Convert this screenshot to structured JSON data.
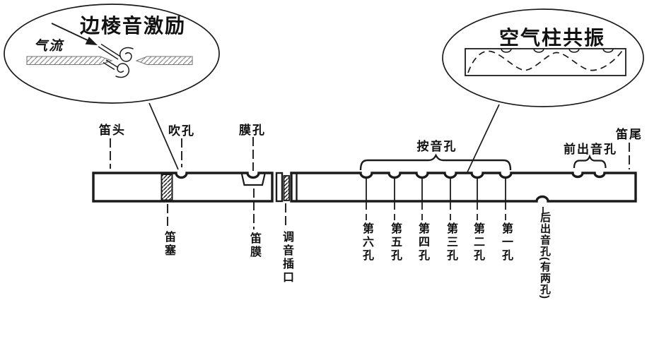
{
  "colors": {
    "ink": "#1b1b1b",
    "hatch_light": "#8a8a8a",
    "background": "#ffffff"
  },
  "edge_tone_callout": {
    "title": "边棱音激励",
    "airflow_label": "气流"
  },
  "resonance_callout": {
    "title": "空气柱共振"
  },
  "flute": {
    "top_labels": {
      "head": "笛头",
      "blow_hole": "吹孔",
      "membrane_hole": "膜孔",
      "finger_holes_group": "按音孔",
      "front_sound_holes": "前出音孔",
      "tail": "笛尾"
    },
    "bottom_labels": {
      "plug": "笛塞",
      "membrane": "笛膜",
      "tuning_joint": "调音插口",
      "rear_sound_holes": "后出音孔(有两孔)",
      "finger_holes": [
        "第六孔",
        "第五孔",
        "第四孔",
        "第三孔",
        "第二孔",
        "第一孔"
      ]
    }
  }
}
